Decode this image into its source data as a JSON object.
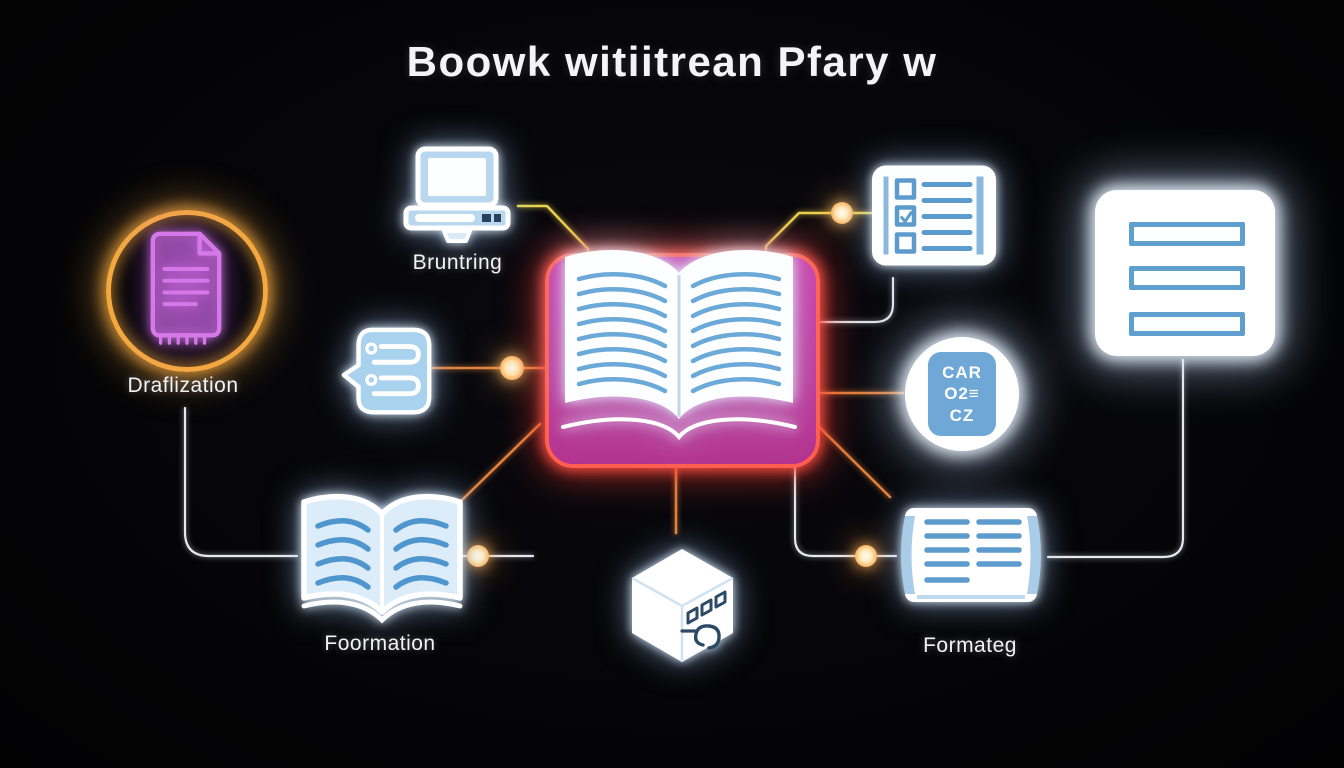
{
  "title": "Boowk witiitrean Pfary w",
  "nodes": {
    "draft": {
      "label": "Draflization"
    },
    "laptop": {
      "label": "Bruntring"
    },
    "formation": {
      "label": "Foormation"
    },
    "formatting": {
      "label": "Formateg"
    },
    "car": {
      "line1": "CAR",
      "line2": "O2≡",
      "line3": "CZ"
    }
  },
  "colors": {
    "background": "#050507",
    "neon_red": "#ff5e50",
    "magenta_cover": "#c93fa8",
    "orange_ring": "#f4a93f",
    "purple_doc": "#d678ea",
    "icon_blue": "#6aa9d8",
    "line_yellow": "#e8d44d",
    "line_orange": "#e0813c",
    "line_white": "#e8e8ec",
    "glow_white": "#dcefff"
  }
}
